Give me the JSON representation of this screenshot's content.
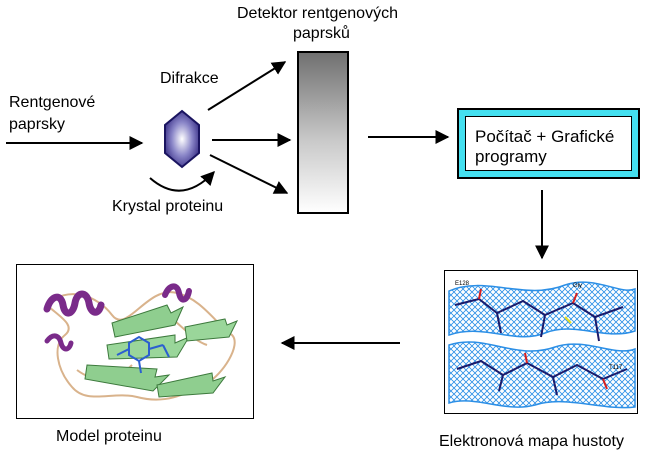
{
  "labels": {
    "xray_line1": "Rentgenové",
    "xray_line2": "paprsky",
    "diffraction": "Difrakce",
    "detector_line1": "Detektor rentgenových",
    "detector_line2": "paprsků",
    "crystal": "Krystal proteinu",
    "computer_line1": "Počítač + Grafické",
    "computer_line2": "programy",
    "protein_model": "Model proteinu",
    "density_map": "Elektronová mapa hustoty"
  },
  "density_map_residue_labels": [
    "E128",
    "Gly",
    "T117"
  ],
  "colors": {
    "computer_border": "#44e0f0",
    "crystal": "#3a2f8c",
    "helix": "#7a2b8a",
    "sheet": "#8fce8f",
    "ligand": "#2b5fd0",
    "density_mesh": "#2c8fe6"
  }
}
